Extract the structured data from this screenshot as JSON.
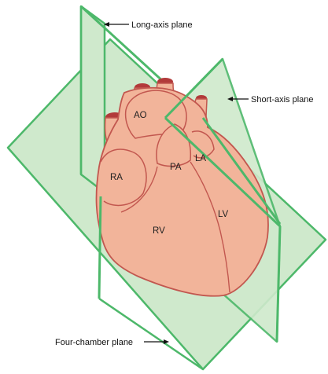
{
  "planes": {
    "long_axis": "Long-axis plane",
    "short_axis": "Short-axis plane",
    "four_chamber": "Four-chamber plane"
  },
  "chambers": {
    "ao": "AO",
    "ra": "RA",
    "pa": "PA",
    "la": "LA",
    "rv": "RV",
    "lv": "LV"
  },
  "colors": {
    "plane_fill": "#cfe9cc",
    "plane_edge": "#4db86a",
    "heart_fill": "#f2b49a",
    "heart_outline": "#c2574f",
    "vessel_dark": "#b23a3a"
  }
}
